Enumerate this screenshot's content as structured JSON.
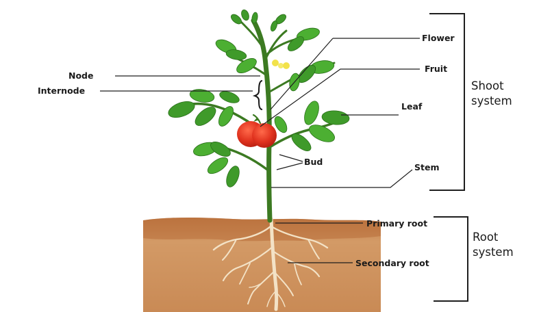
{
  "labels": {
    "node": "Node",
    "internode": "Internode",
    "flower": "Flower",
    "fruit": "Fruit",
    "leaf": "Leaf",
    "bud": "Bud",
    "stem": "Stem",
    "primary_root": "Primary root",
    "secondary_root": "Secondary root"
  },
  "groups": {
    "shoot_line1": "Shoot",
    "shoot_line2": "system",
    "root_line1": "Root",
    "root_line2": "system"
  },
  "colors": {
    "leaf": "#3f9a2a",
    "stem": "#3c7a22",
    "fruit": "#e0321e",
    "flower": "#f2e24a",
    "soil": "#c98a55",
    "root": "#f3e2c6"
  }
}
